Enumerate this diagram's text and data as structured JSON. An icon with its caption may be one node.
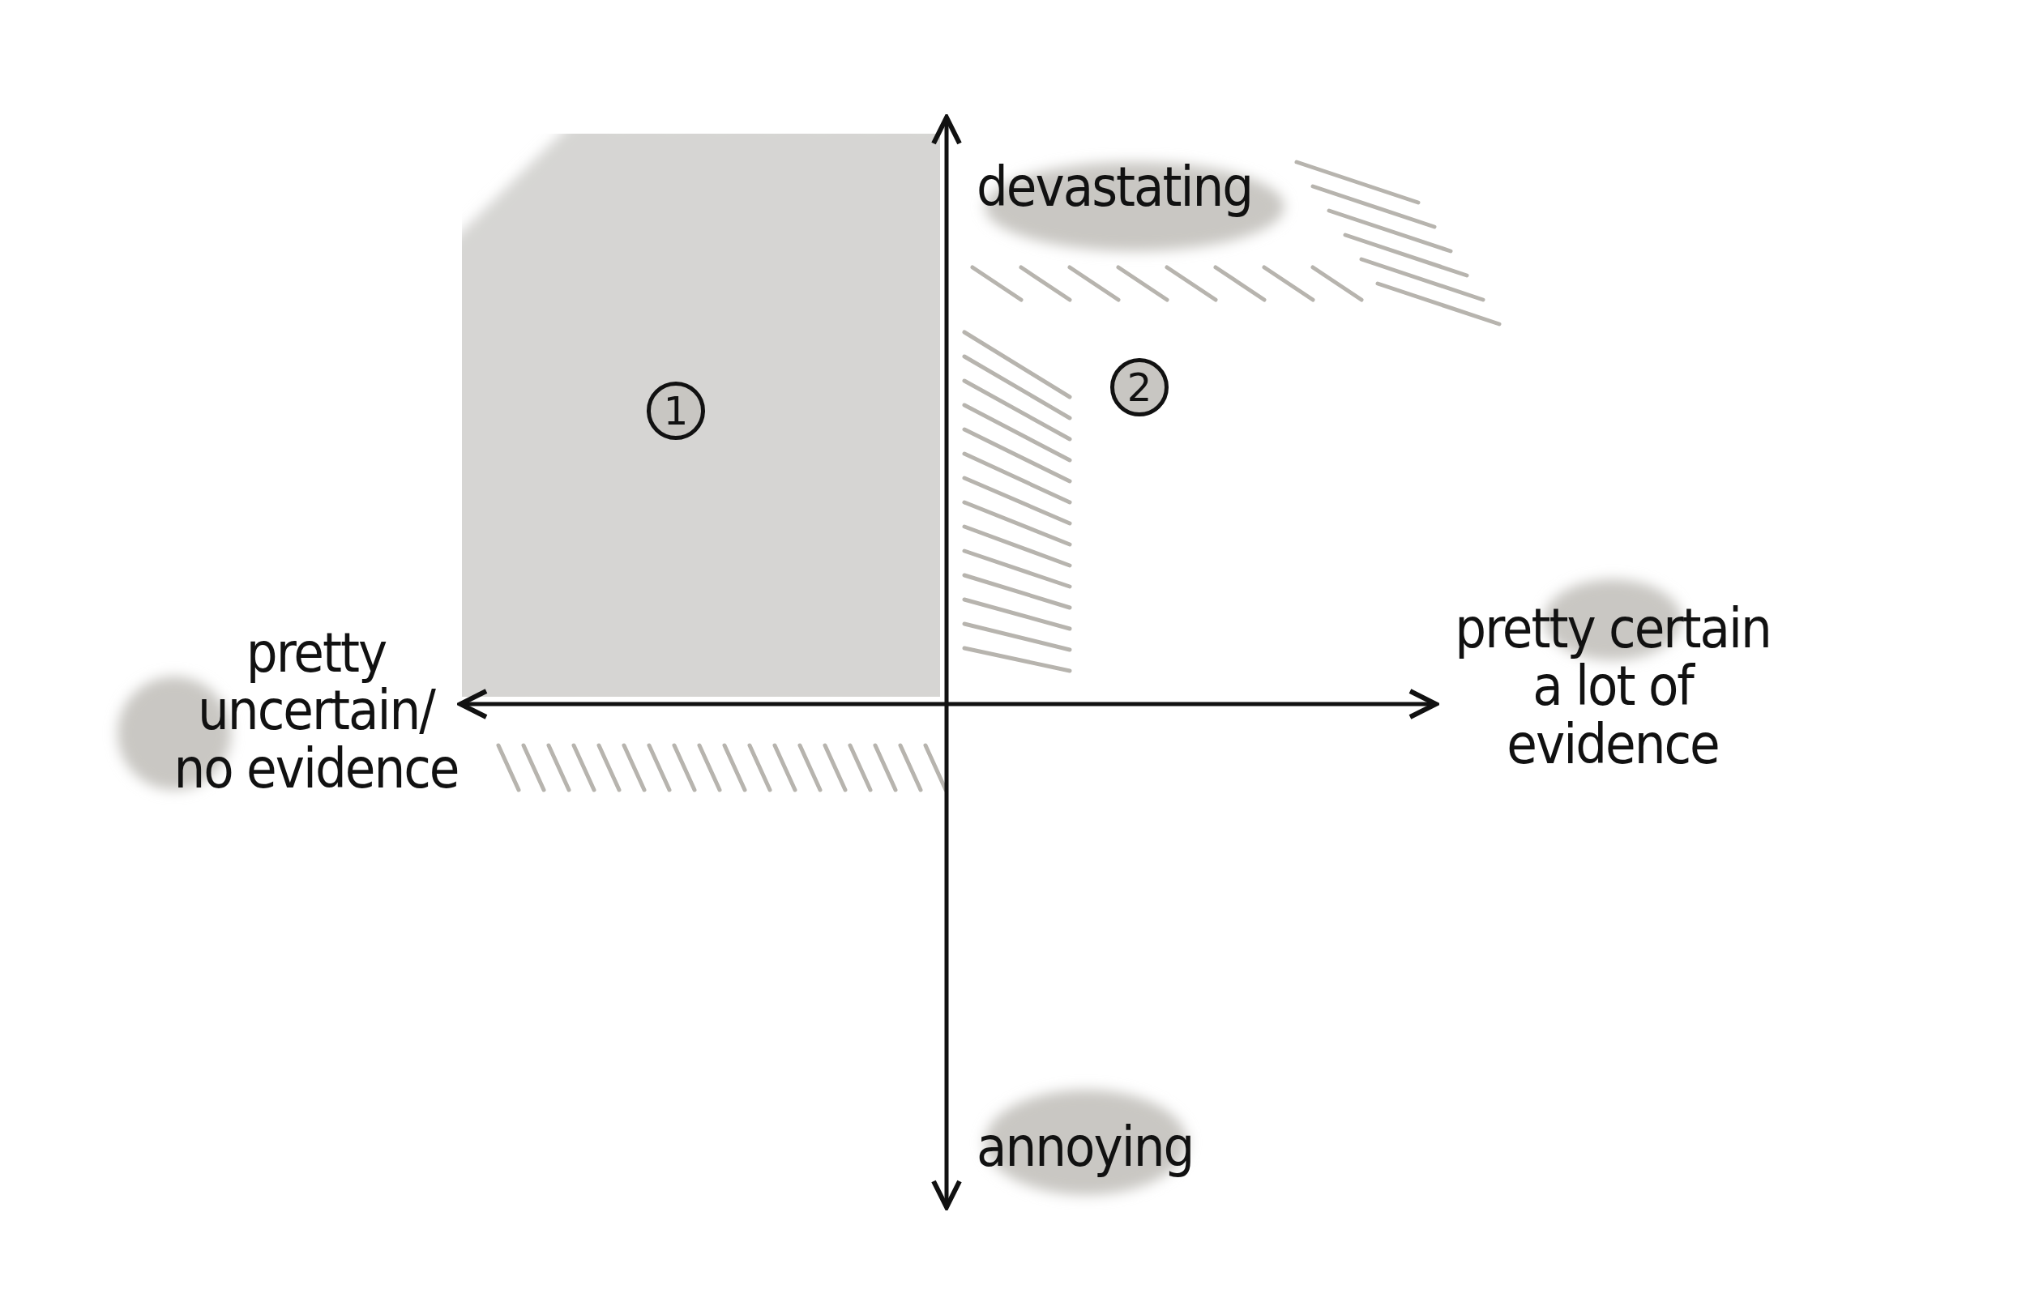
{
  "diagram": {
    "nodes": [
      {
        "text": [
          "1"
        ]
      },
      {
        "text": [
          "2"
        ]
      }
    ],
    "labels": [
      "devastating",
      "pretty uncertain/ no evidence",
      "pretty certain a lot of evidence",
      "annoying"
    ]
  }
}
